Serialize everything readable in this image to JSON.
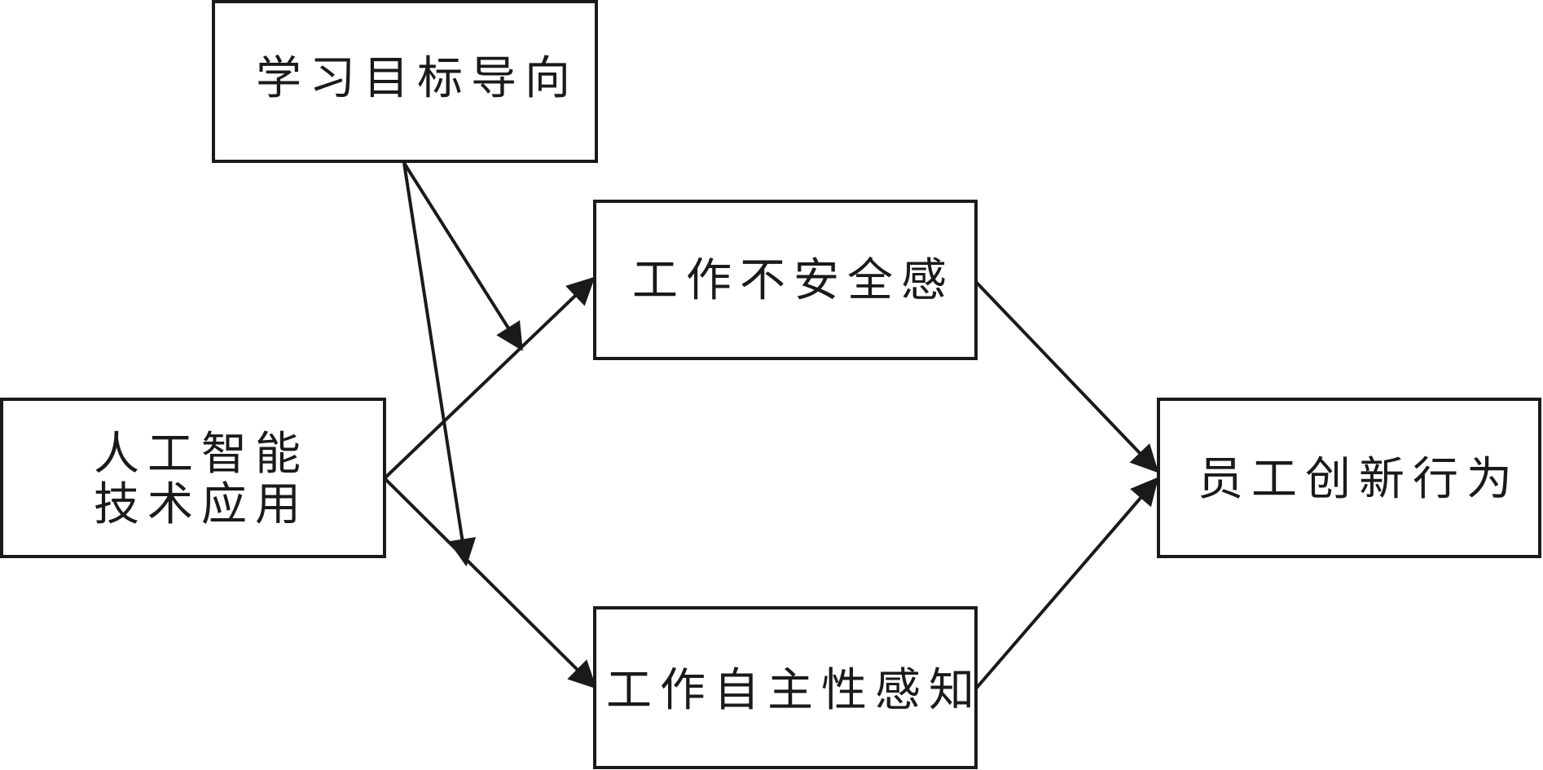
{
  "nodes": {
    "learning_goal": {
      "text": "学习目标导向"
    },
    "ai_application": {
      "line1": "人工智能",
      "line2": "技术应用"
    },
    "job_insecurity": {
      "text": "工作不安全感"
    },
    "job_autonomy": {
      "text": "工作自主性感知"
    },
    "innovation": {
      "text": "员工创新行为"
    }
  },
  "edges": [
    {
      "from": "ai_application",
      "to": "job_insecurity"
    },
    {
      "from": "ai_application",
      "to": "job_autonomy"
    },
    {
      "from": "job_insecurity",
      "to": "innovation"
    },
    {
      "from": "job_autonomy",
      "to": "innovation"
    },
    {
      "from": "learning_goal",
      "to": "edge:ai_application-job_insecurity"
    },
    {
      "from": "learning_goal",
      "to": "edge:ai_application-job_autonomy"
    }
  ]
}
